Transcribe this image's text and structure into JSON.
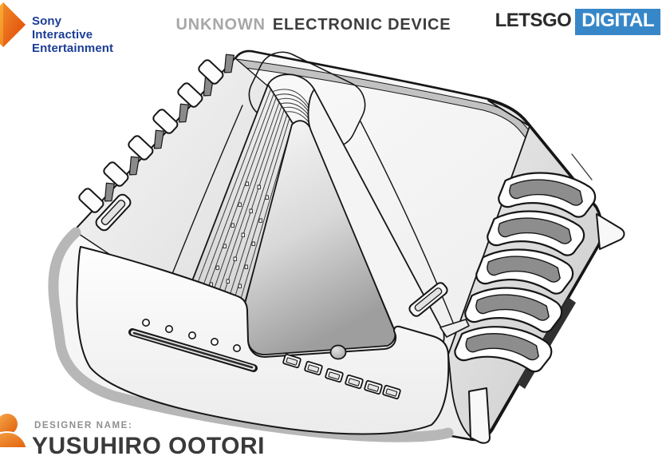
{
  "header": {
    "sony": {
      "lines": [
        "Sony",
        "Interactive",
        "Entertainment"
      ]
    },
    "title": {
      "muted": "UNKNOWN",
      "strong": "ELECTRONIC DEVICE"
    },
    "letsgo": {
      "text": "LETSGO",
      "badge": "DIGITAL"
    }
  },
  "footer": {
    "designer_label": "DESIGNER NAME:",
    "designer_name": "YUSUHIRO OOTORI"
  },
  "illustration": {
    "subject": "V-shaped game console devkit patent drawing",
    "style": "grayscale line art, isometric view"
  },
  "colors": {
    "sony_blue": "#1c3d96",
    "letsgo_ink": "#2b2b2b",
    "letsgo_blue": "#3787c8",
    "title_muted": "#a7a7a7",
    "title_dark": "#3d3d3d",
    "designer_gray": "#8f8f8f",
    "name_ink": "#3a3a3a",
    "avatar_orange": "#e87820"
  }
}
